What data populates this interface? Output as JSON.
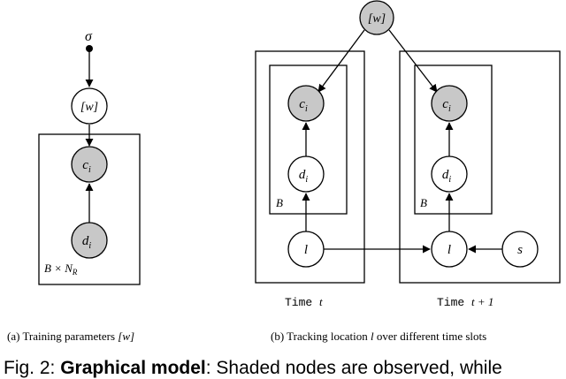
{
  "fig_a": {
    "sigma": "σ",
    "w_node": "[w]",
    "c_node": "c",
    "c_sub": "i",
    "d_node": "d",
    "d_sub": "i",
    "plate_B": "B × N",
    "plate_sub": "R",
    "caption_prefix": "(a) Training parameters ",
    "caption_math": "[w]"
  },
  "fig_b": {
    "w_node": "[w]",
    "left": {
      "c_node": "c",
      "c_sub": "i",
      "d_node": "d",
      "d_sub": "i",
      "plate": "B",
      "l_node": "l",
      "time_prefix": "Time ",
      "time_var": "t"
    },
    "right": {
      "c_node": "c",
      "c_sub": "i",
      "d_node": "d",
      "d_sub": "i",
      "plate": "B",
      "l_node": "l",
      "s_node": "s",
      "time_prefix": "Time ",
      "time_var": "t + 1"
    },
    "caption_prefix": "(b) Tracking location ",
    "caption_var": "l",
    "caption_suffix": " over different time slots"
  },
  "figure_caption": {
    "prefix": "Fig. 2: ",
    "bold": "Graphical model",
    "rest": ": Shaded nodes are observed, while"
  }
}
